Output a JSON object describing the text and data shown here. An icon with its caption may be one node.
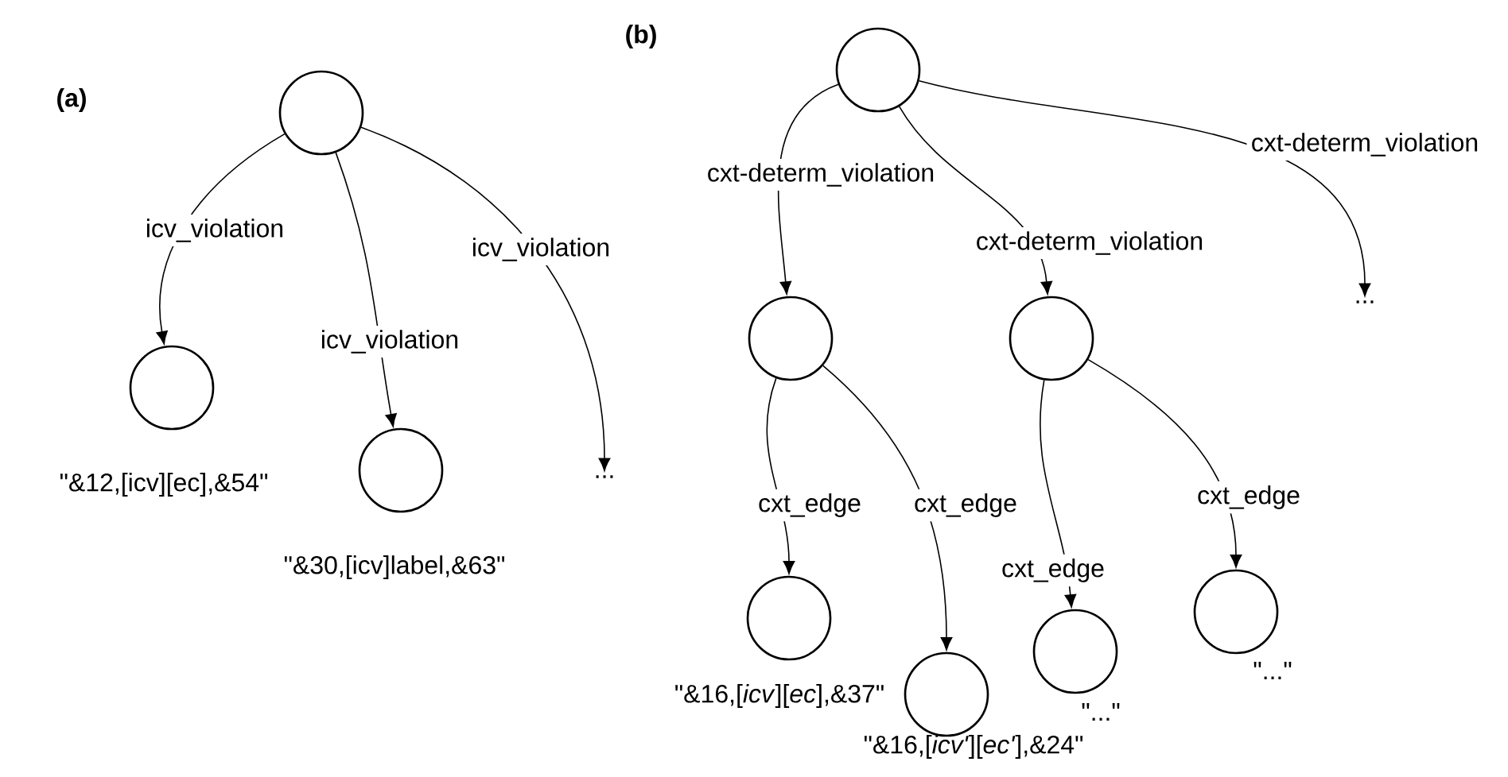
{
  "diagram": {
    "nodes": [
      {
        "text": [],
        "shape": "circle"
      },
      {
        "text": [],
        "shape": "circle",
        "beside": [
          "\"&12,[icv][ec],&54\""
        ]
      },
      {
        "text": [],
        "shape": "circle",
        "beside": [
          "\"&30,[icv]label,&63\""
        ]
      },
      {
        "text": [
          "..."
        ]
      },
      {
        "text": [],
        "shape": "circle"
      },
      {
        "text": [],
        "shape": "circle"
      },
      {
        "text": [],
        "shape": "circle"
      },
      {
        "text": [
          "..."
        ]
      },
      {
        "text": [],
        "shape": "circle",
        "beside": [
          "\"&16,[*icv*][*ec*],&37\""
        ]
      },
      {
        "text": [],
        "shape": "circle",
        "beside": [
          "\"&16,[*icv'*][*ec'*],&24\""
        ]
      },
      {
        "text": [],
        "shape": "circle",
        "beside": [
          "\"...\""
        ]
      },
      {
        "text": [],
        "shape": "circle",
        "beside": [
          "\"...\""
        ]
      }
    ],
    "edges": [
      {
        "from": 0,
        "to": 1,
        "arrow": "to",
        "label": "icv_violation"
      },
      {
        "from": 0,
        "to": 2,
        "arrow": "to",
        "label": "icv_violation"
      },
      {
        "from": 0,
        "to": 3,
        "arrow": "to",
        "label": "icv_violation"
      },
      {
        "from": 4,
        "to": 5,
        "arrow": "to",
        "label": "cxt-determ_violation"
      },
      {
        "from": 4,
        "to": 6,
        "arrow": "to",
        "label": "cxt-determ_violation"
      },
      {
        "from": 4,
        "to": 7,
        "arrow": "to",
        "label": "cxt-determ_violation"
      },
      {
        "from": 5,
        "to": 8,
        "arrow": "to",
        "label": "cxt_edge"
      },
      {
        "from": 5,
        "to": 9,
        "arrow": "to",
        "label": "cxt_edge"
      },
      {
        "from": 6,
        "to": 10,
        "arrow": "to",
        "label": "cxt_edge"
      },
      {
        "from": 6,
        "to": 11,
        "arrow": "to",
        "label": "cxt_edge"
      }
    ],
    "labels": [
      "(a)",
      "(b)"
    ]
  }
}
